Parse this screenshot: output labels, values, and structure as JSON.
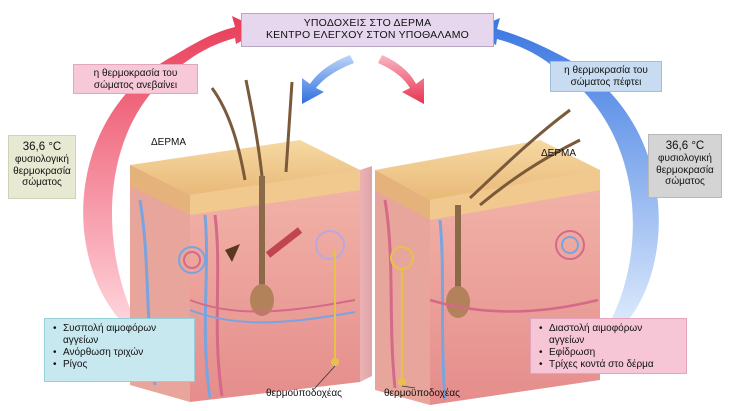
{
  "top_box": {
    "line1": "ΥΠΟΔΟΧΕΙΣ ΣΤΟ ΔΕΡΜΑ",
    "line2": "ΚΕΝΤΡΟ ΕΛΕΓΧΟΥ ΣΤΟΝ ΥΠΟΘΑΛΑΜΟ"
  },
  "left_state": {
    "change_line1": "η θερμοκρασία του",
    "change_line2": "σώματος ανεβαίνει",
    "temp_value": "36,6 °C",
    "temp_line1": "φυσιολογική",
    "temp_line2": "θερμοκρασία",
    "temp_line3": "σώματος",
    "skin_label": "ΔΕΡΜΑ",
    "receptor_label": "θερμοϋποδοχέας",
    "responses": [
      {
        "text": "Συσπολή αιμοφόρων",
        "cont": "αγγείων"
      },
      {
        "text": "Ανόρθωση τριχών",
        "cont": ""
      },
      {
        "text": "Ρίγος",
        "cont": ""
      }
    ],
    "arrow_color": "#e8324f",
    "box_color": "#c6e8ee"
  },
  "right_state": {
    "change_line1": "η θερμοκρασία του",
    "change_line2": "σώματος πέφτει",
    "temp_value": "36,6 °C",
    "temp_line1": "φυσιολογική",
    "temp_line2": "θερμοκρασία",
    "temp_line3": "σώματος",
    "skin_label": "ΔΕΡΜΑ",
    "receptor_label": "θερμοϋποδοχέας",
    "responses": [
      {
        "text": "Διαστολή αιμοφόρων",
        "cont": "αγγείων"
      },
      {
        "text": "Εφίδρωση",
        "cont": ""
      },
      {
        "text": "Τρίχες κοντά στο δέρμα",
        "cont": ""
      }
    ],
    "arrow_color": "#2f6fe0",
    "box_color": "#f6c6d6"
  },
  "icons": {
    "left_loop": "red-curved-arrow-icon",
    "right_loop": "blue-curved-arrow-icon"
  }
}
